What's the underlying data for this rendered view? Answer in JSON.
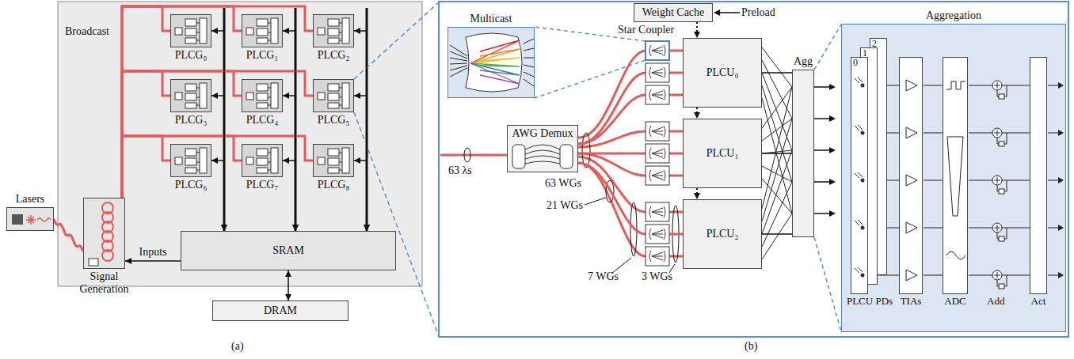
{
  "diagram": {
    "nodes": [
      {
        "text": [
          "Lasers"
        ]
      },
      {
        "text": [
          "Signal Generation"
        ]
      },
      {
        "text": [
          "PLCG₀"
        ]
      },
      {
        "text": [
          "PLCG₁"
        ]
      },
      {
        "text": [
          "PLCG₂"
        ]
      },
      {
        "text": [
          "PLCG₃"
        ]
      },
      {
        "text": [
          "PLCG₄"
        ]
      },
      {
        "text": [
          "PLCG₅"
        ]
      },
      {
        "text": [
          "PLCG₆"
        ]
      },
      {
        "text": [
          "PLCG₇"
        ]
      },
      {
        "text": [
          "PLCG₈"
        ]
      },
      {
        "text": [
          "SRAM"
        ]
      },
      {
        "text": [
          "DRAM"
        ]
      },
      {
        "text": [
          "Multicast"
        ]
      },
      {
        "text": [
          "Weight Cache"
        ]
      },
      {
        "text": [
          "AWG Demux"
        ]
      },
      {
        "text": [
          "PLCU₀"
        ]
      },
      {
        "text": [
          "PLCU₁"
        ]
      },
      {
        "text": [
          "PLCU₂"
        ]
      },
      {
        "text": [
          "Agg"
        ]
      },
      {
        "text": [
          "Aggregation"
        ]
      },
      {
        "text": [
          "0",
          "PLCU PDs"
        ],
        "in": 20
      },
      {
        "text": [
          "1"
        ],
        "in": 20
      },
      {
        "text": [
          "2"
        ],
        "in": 20
      },
      {
        "text": [
          "TIAs"
        ],
        "in": 20
      },
      {
        "text": [
          "ADC"
        ],
        "in": 20
      },
      {
        "text": [
          "Act"
        ],
        "in": 20
      }
    ],
    "edges": [
      {
        "from": 0,
        "to": 1,
        "arrow": "none"
      },
      {
        "from": 1,
        "to": 2,
        "arrow": "none"
      },
      {
        "from": 1,
        "to": 3,
        "arrow": "none"
      },
      {
        "from": 1,
        "to": 4,
        "arrow": "none"
      },
      {
        "from": 1,
        "to": 5,
        "arrow": "none"
      },
      {
        "from": 1,
        "to": 6,
        "arrow": "none"
      },
      {
        "from": 1,
        "to": 7,
        "arrow": "none"
      },
      {
        "from": 1,
        "to": 8,
        "arrow": "none"
      },
      {
        "from": 1,
        "to": 9,
        "arrow": "none"
      },
      {
        "from": 1,
        "to": 10,
        "arrow": "none"
      },
      {
        "from": 2,
        "to": 11,
        "arrow": "both"
      },
      {
        "from": 3,
        "to": 11,
        "arrow": "both"
      },
      {
        "from": 4,
        "to": 11,
        "arrow": "both"
      },
      {
        "from": 5,
        "to": 11,
        "arrow": "both"
      },
      {
        "from": 6,
        "to": 11,
        "arrow": "both"
      },
      {
        "from": 7,
        "to": 11,
        "arrow": "both"
      },
      {
        "from": 8,
        "to": 11,
        "arrow": "both"
      },
      {
        "from": 9,
        "to": 11,
        "arrow": "both"
      },
      {
        "from": 10,
        "to": 11,
        "arrow": "both"
      },
      {
        "from": 11,
        "to": 1,
        "arrow": "to",
        "label": "Inputs"
      },
      {
        "from": 11,
        "to": 12,
        "arrow": "both"
      },
      {
        "from": 15,
        "to": 16,
        "arrow": "none"
      },
      {
        "from": 15,
        "to": 17,
        "arrow": "none"
      },
      {
        "from": 15,
        "to": 18,
        "arrow": "none"
      },
      {
        "from": 14,
        "to": 16,
        "arrow": "to"
      },
      {
        "from": 16,
        "to": 17,
        "arrow": "to"
      },
      {
        "from": 17,
        "to": 18,
        "arrow": "to"
      },
      {
        "from": 16,
        "to": 19,
        "arrow": "none"
      },
      {
        "from": 17,
        "to": 19,
        "arrow": "none"
      },
      {
        "from": 18,
        "to": 19,
        "arrow": "none"
      }
    ],
    "labels": [
      "Broadcast",
      "(a)",
      "(b)",
      "Star Coupler",
      "Preload",
      "63 λs",
      "63 WGs",
      "21 WGs",
      "7 WGs",
      "3 WGs",
      "Add"
    ]
  }
}
